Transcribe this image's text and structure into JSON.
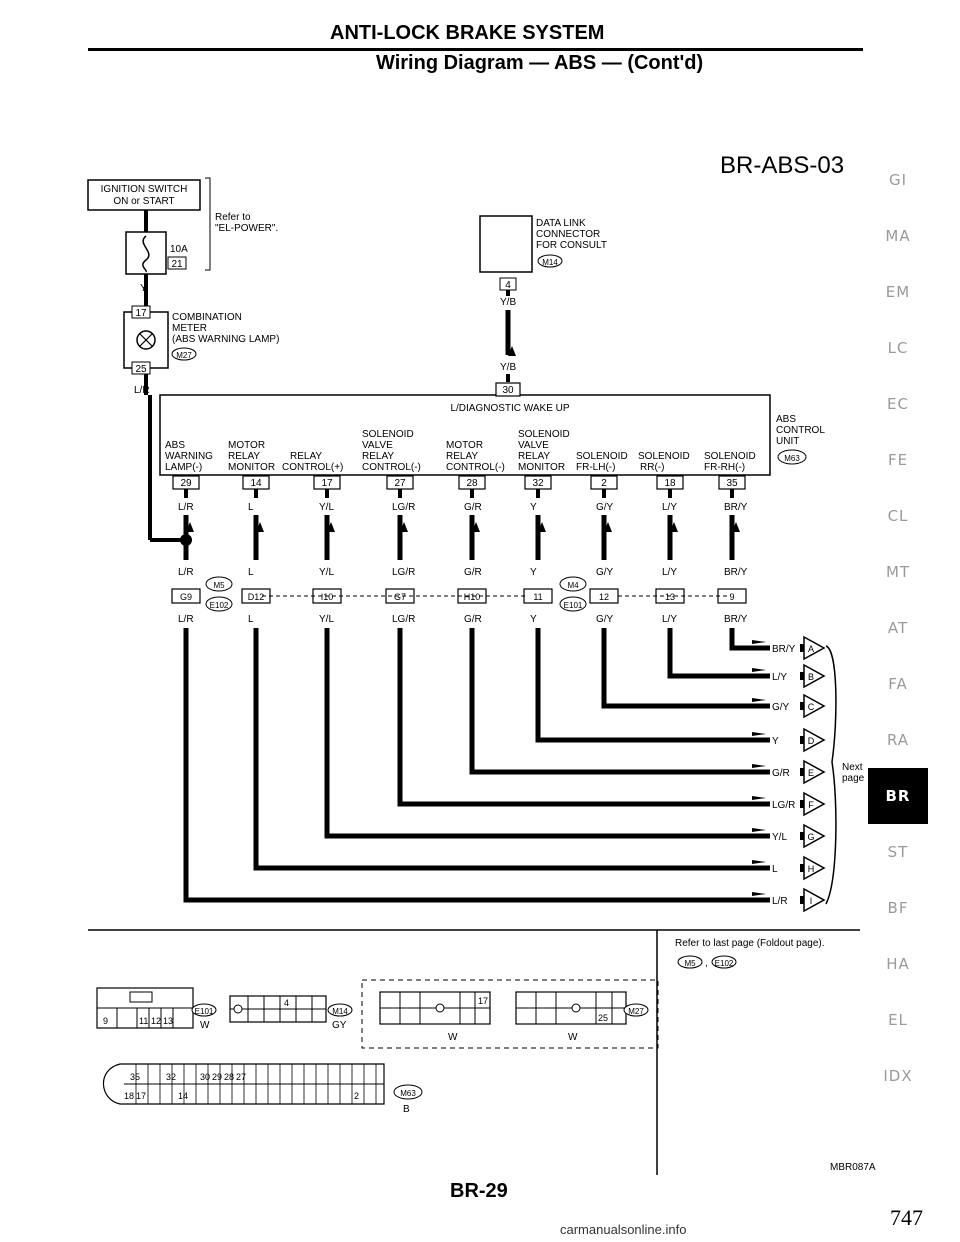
{
  "header": {
    "title": "ANTI-LOCK BRAKE SYSTEM",
    "subtitle": "Wiring Diagram — ABS — (Cont'd)"
  },
  "diagram_id": "BR-ABS-03",
  "ignition": {
    "label1": "IGNITION SWITCH",
    "label2": "ON or START",
    "refer1": "Refer to",
    "refer2": "\"EL-POWER\".",
    "fuse": "10A",
    "fuse_no": "21",
    "wire": "Y"
  },
  "meter": {
    "pin_in": "17",
    "pin_out": "25",
    "line1": "COMBINATION",
    "line2": "METER",
    "line3": "(ABS WARNING LAMP)",
    "conn": "M27",
    "wire_out": "L/R"
  },
  "dlc": {
    "line1": "DATA LINK",
    "line2": "CONNECTOR",
    "line3": "FOR CONSULT",
    "conn": "M14",
    "pin": "4",
    "wire_top": "Y/B",
    "wire_bot": "Y/B"
  },
  "unit": {
    "line1": "ABS",
    "line2": "CONTROL",
    "line3": "UNIT",
    "conn": "M63",
    "wakeup_pin": "30",
    "wakeup_label": "L/DIAGNOSTIC WAKE UP"
  },
  "pins": [
    {
      "pin": "29",
      "label": [
        "ABS",
        "WARNING",
        "LAMP(-)"
      ],
      "wire": "L/R",
      "jpin": "G9",
      "wire2": "L/R"
    },
    {
      "pin": "14",
      "label": [
        "MOTOR",
        "RELAY",
        "MONITOR"
      ],
      "wire": "L",
      "jpin": "D12",
      "wire2": "L"
    },
    {
      "pin": "17",
      "label": [
        "RELAY",
        "CONTROL(+)"
      ],
      "wire": "Y/L",
      "jpin": "I10",
      "wire2": "Y/L"
    },
    {
      "pin": "27",
      "label": [
        "SOLENOID",
        "VALVE",
        "RELAY",
        "CONTROL(-)"
      ],
      "wire": "LG/R",
      "jpin": "G7",
      "wire2": "LG/R"
    },
    {
      "pin": "28",
      "label": [
        "MOTOR",
        "RELAY",
        "CONTROL(-)"
      ],
      "wire": "G/R",
      "jpin": "H10",
      "wire2": "G/R"
    },
    {
      "pin": "32",
      "label": [
        "SOLENOID",
        "VALVE",
        "RELAY",
        "MONITOR"
      ],
      "wire": "Y",
      "jpin": "11",
      "wire2": "Y"
    },
    {
      "pin": "2",
      "label": [
        "SOLENOID",
        "FR-LH(-)"
      ],
      "wire": "G/Y",
      "jpin": "12",
      "wire2": "G/Y"
    },
    {
      "pin": "18",
      "label": [
        "SOLENOID",
        "RR(-)"
      ],
      "wire": "L/Y",
      "jpin": "13",
      "wire2": "L/Y"
    },
    {
      "pin": "35",
      "label": [
        "SOLENOID",
        "FR-RH(-)"
      ],
      "wire": "BR/Y",
      "jpin": "9",
      "wire2": "BR/Y"
    }
  ],
  "junction_conns": {
    "left_top": "M5",
    "left_bot": "E102",
    "right_top": "M4",
    "right_bot": "E101"
  },
  "next_page": {
    "label1": "Next",
    "label2": "page",
    "outputs": [
      {
        "wire": "BR/Y",
        "letter": "A"
      },
      {
        "wire": "L/Y",
        "letter": "B"
      },
      {
        "wire": "G/Y",
        "letter": "C"
      },
      {
        "wire": "Y",
        "letter": "D"
      },
      {
        "wire": "G/R",
        "letter": "E"
      },
      {
        "wire": "LG/R",
        "letter": "F"
      },
      {
        "wire": "Y/L",
        "letter": "G"
      },
      {
        "wire": "L",
        "letter": "H"
      },
      {
        "wire": "L/R",
        "letter": "I"
      }
    ]
  },
  "refer_last": {
    "text": "Refer to last page (Foldout page).",
    "conn1": "M5",
    "conn2": "E102"
  },
  "connectors": {
    "e101": {
      "id": "E101",
      "color": "W",
      "pins": [
        "9",
        "11",
        "12",
        "13"
      ]
    },
    "m14": {
      "id": "M14",
      "color": "GY",
      "pin": "4"
    },
    "m27_w1": {
      "color": "W",
      "pin": "17"
    },
    "m27_w2": {
      "color": "W",
      "pin": "25"
    },
    "m27": {
      "id": "M27"
    },
    "m63": {
      "id": "M63",
      "color": "B",
      "top_pins": [
        "35",
        "32",
        "30",
        "29",
        "28",
        "27"
      ],
      "bot_pins": [
        "18",
        "17",
        "14",
        "2"
      ]
    }
  },
  "side_tabs": [
    "GI",
    "MA",
    "EM",
    "LC",
    "EC",
    "FE",
    "CL",
    "MT",
    "AT",
    "FA",
    "RA",
    "BR",
    "ST",
    "BF",
    "HA",
    "EL",
    "IDX"
  ],
  "active_tab": "BR",
  "footer": {
    "page": "BR-29",
    "figure": "MBR087A",
    "page_number": "747",
    "source": "carmanualsonline.info"
  }
}
